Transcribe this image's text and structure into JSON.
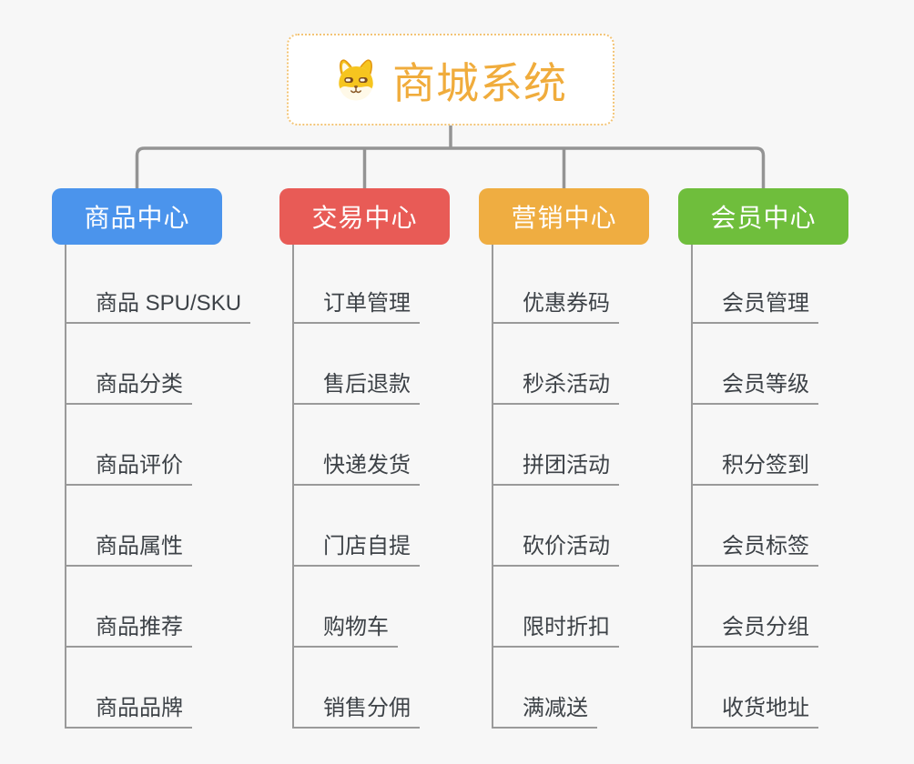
{
  "root": {
    "title": "商城系统",
    "icon": "dog-face-icon",
    "accent_color": "#f0ac3c",
    "border_color": "#f3c476",
    "background": "#ffffff"
  },
  "branches": [
    {
      "label": "商品中心",
      "color": "#4b94ec",
      "children": [
        "商品 SPU/SKU",
        "商品分类",
        "商品评价",
        "商品属性",
        "商品推荐",
        "商品品牌"
      ]
    },
    {
      "label": "交易中心",
      "color": "#e85b56",
      "children": [
        "订单管理",
        "售后退款",
        "快递发货",
        "门店自提",
        "购物车",
        "销售分佣"
      ]
    },
    {
      "label": "营销中心",
      "color": "#efad41",
      "children": [
        "优惠券码",
        "秒杀活动",
        "拼团活动",
        "砍价活动",
        "限时折扣",
        "满减送"
      ]
    },
    {
      "label": "会员中心",
      "color": "#6fbe3c",
      "children": [
        "会员管理",
        "会员等级",
        "积分签到",
        "会员标签",
        "会员分组",
        "收货地址"
      ]
    }
  ],
  "colors": {
    "background": "#f7f7f7",
    "connector": "#949494",
    "underline": "#9a9a9a",
    "leaf_text": "#3d4247"
  }
}
